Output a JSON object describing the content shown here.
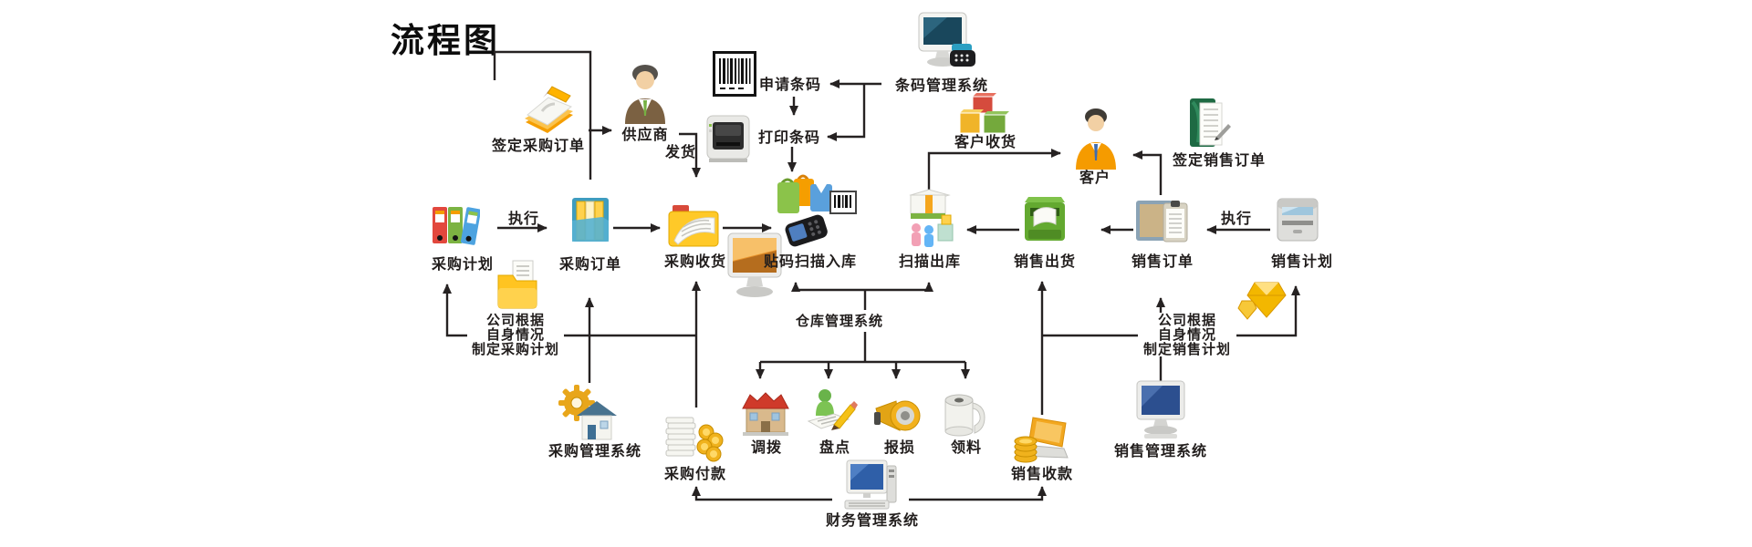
{
  "title": "流程图",
  "colors": {
    "line": "#262222",
    "text": "#221e1d",
    "background": "#ffffff"
  },
  "nodes": {
    "sign_purchase_order": "签定采购订单",
    "supplier": "供应商",
    "ship_goods": "发货",
    "apply_barcode": "申请条码",
    "print_barcode": "打印条码",
    "barcode_system": "条码管理系统",
    "customer_receiving": "客户收货",
    "customer": "客户",
    "sign_sales_order": "签定销售订单",
    "purchase_plan": "采购计划",
    "execute_left": "执行",
    "purchase_order": "采购订单",
    "purchase_receiving": "采购收货",
    "label_scan_inbound": "贴码扫描入库",
    "scan_outbound": "扫描出库",
    "sales_shipment": "销售出货",
    "sales_order": "销售订单",
    "execute_right": "执行",
    "sales_plan": "销售计划",
    "warehouse_system": "仓库管理系统",
    "purchase_system": "采购管理系统",
    "purchase_payment": "采购付款",
    "transfer": "调拨",
    "stocktaking": "盘点",
    "loss_report": "报损",
    "material_requisition": "领料",
    "sales_collection": "销售收款",
    "sales_system": "销售管理系统",
    "finance_system": "财务管理系统"
  },
  "notes": {
    "purchase_note": {
      "lines": [
        "公司根据",
        "自身情况",
        "制定采购计划"
      ]
    },
    "sales_note": {
      "lines": [
        "公司根据",
        "自身情况",
        "制定销售计划"
      ]
    }
  }
}
